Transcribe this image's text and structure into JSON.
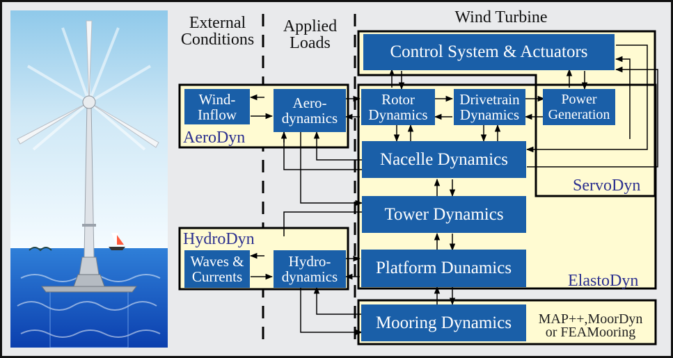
{
  "headers": {
    "external": "External\nConditions",
    "applied": "Applied\nLoads",
    "turbine": "Wind Turbine"
  },
  "blocks": {
    "control": "Control System & Actuators",
    "wind_inflow": "Wind-\nInflow",
    "aerodynamics": "Aero-\ndynamics",
    "rotor": "Rotor\nDynamics",
    "drivetrain": "Drivetrain\nDynamics",
    "power": "Power\nGeneration",
    "nacelle": "Nacelle Dynamics",
    "tower": "Tower Dynamics",
    "waves": "Waves &\nCurrents",
    "hydrodynamics": "Hydro-\ndynamics",
    "platform": "Platform Dunamics",
    "mooring": "Mooring Dynamics"
  },
  "modules": {
    "aerodyn": "AeroDyn",
    "servodyn": "ServoDyn",
    "hydrodyn": "HydroDyn",
    "elastodyn": "ElastoDyn",
    "mooring_modules": "MAP++,MoorDyn\nor FEAMooring"
  },
  "colors": {
    "block": "#1a5fa8",
    "module_fill": "#fffbd2",
    "panel": "#e9eaec",
    "module_label": "#2b2f8f"
  }
}
